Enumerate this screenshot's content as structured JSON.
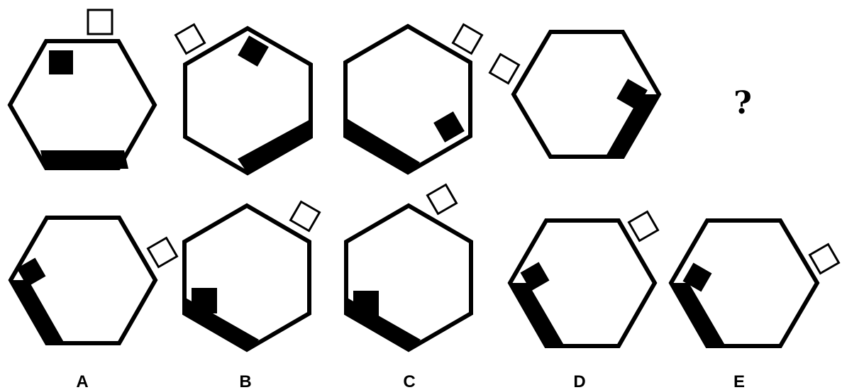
{
  "puzzle": {
    "question_mark": "?",
    "options": [
      {
        "id": "A",
        "label": "A"
      },
      {
        "id": "B",
        "label": "B"
      },
      {
        "id": "C",
        "label": "C"
      },
      {
        "id": "D",
        "label": "D"
      },
      {
        "id": "E",
        "label": "E"
      }
    ]
  },
  "colors": {
    "stroke": "#000000",
    "fill": "#000000",
    "background": "#ffffff"
  }
}
